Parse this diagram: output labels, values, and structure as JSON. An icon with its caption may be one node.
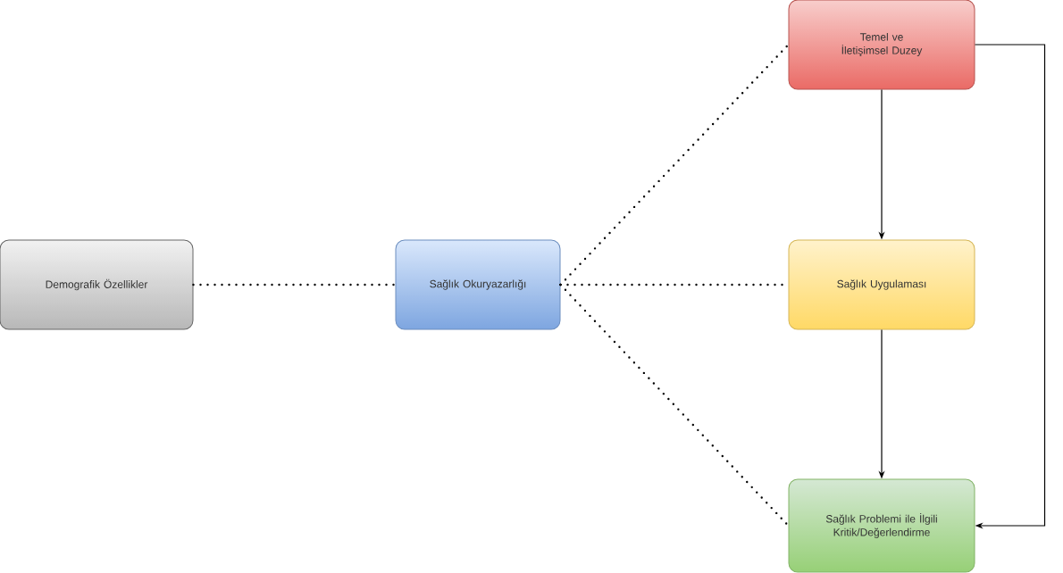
{
  "diagram": {
    "nodes": [
      {
        "text": [
          "Demografik Özellikler"
        ]
      },
      {
        "text": [
          "Sağlık Okuryazarlığı"
        ]
      },
      {
        "text": [
          "Temel ve İletişimsel Duzey"
        ]
      },
      {
        "text": [
          "Sağlık Uygulaması"
        ]
      },
      {
        "text": [
          "Sağlık Problemi ile İlgili Kritik/Değerlendirme"
        ]
      }
    ],
    "edges": [
      {
        "from": 0,
        "to": 1,
        "arrow": "none",
        "style": "dashed"
      },
      {
        "from": 1,
        "to": 2,
        "arrow": "none",
        "style": "dashed"
      },
      {
        "from": 1,
        "to": 3,
        "arrow": "none",
        "style": "dashed"
      },
      {
        "from": 1,
        "to": 4,
        "arrow": "none",
        "style": "dashed"
      },
      {
        "from": 2,
        "to": 3,
        "arrow": "to"
      },
      {
        "from": 3,
        "to": 4,
        "arrow": "to"
      },
      {
        "from": 2,
        "to": 4,
        "arrow": "to"
      }
    ]
  }
}
